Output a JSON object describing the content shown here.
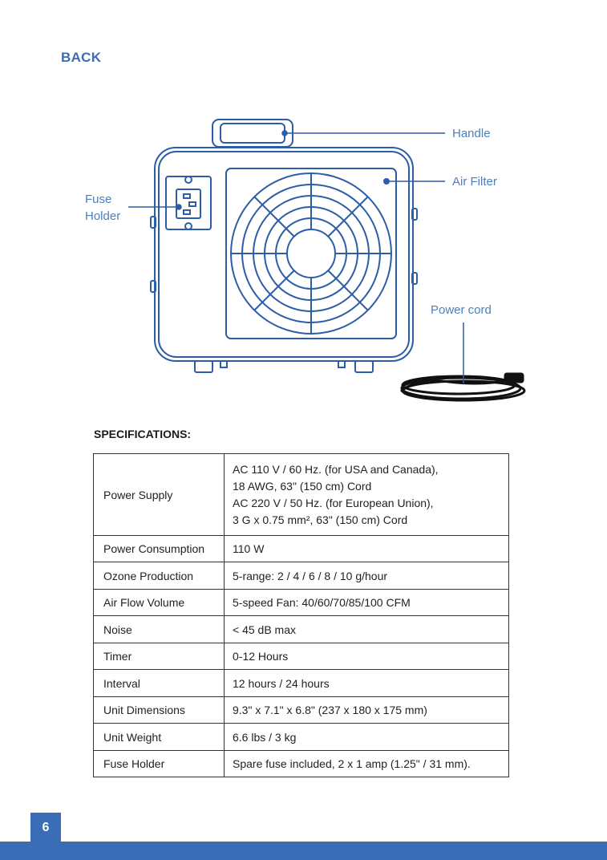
{
  "section": {
    "title": "BACK"
  },
  "diagram": {
    "callouts": {
      "handle": "Handle",
      "air_filter": "Air Filter",
      "fuse_holder_line1": "Fuse",
      "fuse_holder_line2": "Holder",
      "power_cord": "Power cord"
    }
  },
  "specs": {
    "title": "SPECIFICATIONS:",
    "power_supply": {
      "label": "Power Supply",
      "lines": [
        "AC 110 V / 60 Hz. (for USA and Canada),",
        "18 AWG, 63\" (150 cm) Cord",
        "AC 220 V / 50 Hz. (for European Union),",
        "3 G x 0.75 mm², 63\" (150 cm) Cord"
      ]
    },
    "rows": [
      {
        "label": "Power Consumption",
        "value": "110 W"
      },
      {
        "label": "Ozone Production",
        "value": "5-range: 2 / 4 / 6 / 8 / 10 g/hour"
      },
      {
        "label": "Air Flow Volume",
        "value": "5-speed Fan: 40/60/70/85/100 CFM"
      },
      {
        "label": "Noise",
        "value": "< 45 dB max"
      },
      {
        "label": "Timer",
        "value": "0-12 Hours"
      },
      {
        "label": "Interval",
        "value": "12 hours / 24 hours"
      },
      {
        "label": "Unit Dimensions",
        "value": "9.3\" x 7.1\" x 6.8\" (237 x 180 x 175 mm)"
      },
      {
        "label": "Unit Weight",
        "value": "6.6 lbs / 3 kg"
      },
      {
        "label": "Fuse Holder",
        "value": "Spare fuse included, 2 x 1 amp (1.25\" / 31 mm)."
      }
    ]
  },
  "footer": {
    "page_number": "6",
    "accent_color": "#3a6db5"
  }
}
